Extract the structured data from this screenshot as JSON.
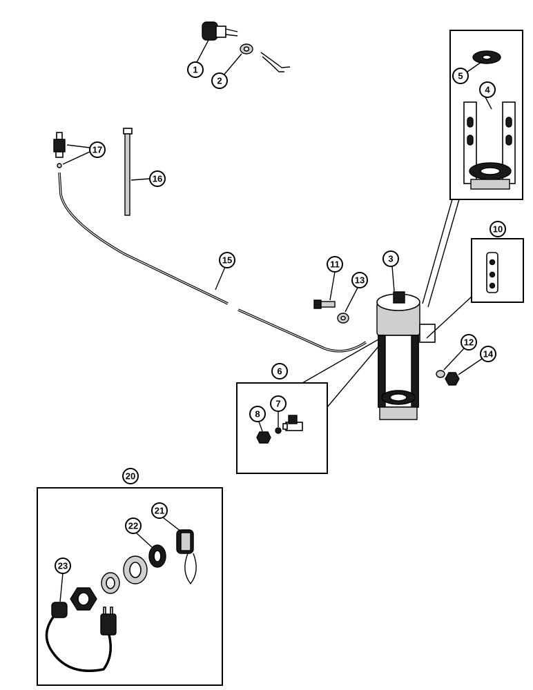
{
  "callouts": {
    "c1": "1",
    "c2": "2",
    "c3": "3",
    "c4": "4",
    "c5": "5",
    "c6": "6",
    "c7": "7",
    "c8": "8",
    "c10": "10",
    "c11": "11",
    "c12": "12",
    "c13": "13",
    "c14": "14",
    "c15": "15",
    "c16": "16",
    "c17": "17",
    "c20": "20",
    "c21": "21",
    "c22": "22",
    "c23": "23"
  }
}
